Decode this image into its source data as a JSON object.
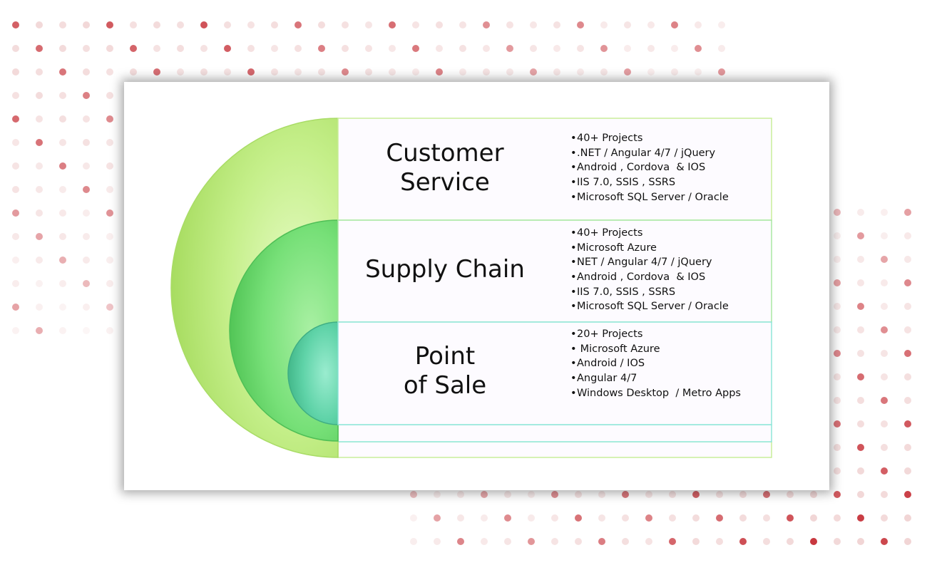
{
  "diagram": {
    "type": "nested-arc-list",
    "rows": [
      {
        "title": "Customer\nService",
        "color": "#c7f08e",
        "bullets": [
          "40+ Projects",
          ".NET / Angular 4/7 / jQuery",
          "Android , Cordova  & IOS",
          "IIS 7.0, SSIS , SSRS",
          "Microsoft SQL Server / Oracle"
        ]
      },
      {
        "title": "Supply Chain",
        "color": "#76e278",
        "bullets": [
          "40+ Projects",
          "Microsoft Azure",
          "NET / Angular 4/7 / jQuery",
          "Android , Cordova  & IOS",
          "IIS 7.0, SSIS , SSRS",
          "Microsoft SQL Server / Oracle"
        ]
      },
      {
        "title": "Point\nof Sale",
        "color": "#5fd3a8",
        "bullets": [
          "20+ Projects",
          " Microsoft Azure",
          "Android / IOS",
          "Angular 4/7",
          "Windows Desktop  / Metro Apps"
        ]
      }
    ]
  },
  "colors": {
    "dot_light": "#f1d5d5",
    "dot_dark": "#c8383f",
    "panel_border_green": "#c9ee9a",
    "panel_border_teal": "#8fe6d9",
    "panel_fill": "#fdfbff"
  }
}
